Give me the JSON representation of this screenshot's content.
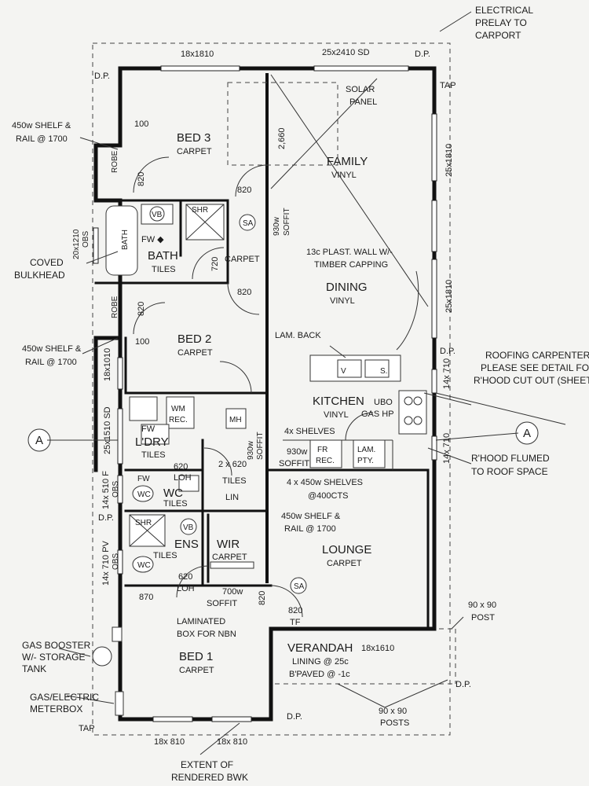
{
  "corner_notes": {
    "electrical": [
      "ELECTRICAL",
      "PRELAY TO",
      "CARPORT"
    ],
    "roofing": [
      "ROOFING CARPENTER",
      "PLEASE SEE DETAIL FOR",
      "R'HOOD CUT OUT (SHEET"
    ],
    "rhood": [
      "R'HOOD FLUMED",
      "TO ROOF SPACE"
    ],
    "gas_booster": [
      "GAS BOOSTER",
      "W/- STORAGE",
      "TANK"
    ],
    "meterbox": [
      "GAS/ELECTRIC",
      "METERBOX"
    ],
    "rendered": [
      "EXTENT OF",
      "RENDERED BWK"
    ],
    "coved": [
      "COVED",
      "BULKHEAD"
    ],
    "posts_corner": [
      "90 x 90",
      "POST"
    ],
    "posts_verandah": [
      "90 x 90",
      "POSTS"
    ],
    "shelf_bed3": [
      "450w SHELF &",
      "RAIL @ 1700"
    ],
    "shelf_bed2": [
      "450w SHELF &",
      "RAIL @ 1700"
    ],
    "shelf_wir": [
      "450w SHELF &",
      "RAIL @ 1700"
    ],
    "plast_wall": [
      "13c PLAST. WALL W/-",
      "TIMBER CAPPING"
    ],
    "shelves_lin": [
      "4 x 450w SHELVES",
      "@400CTS"
    ],
    "solar": [
      "SOLAR",
      "PANEL"
    ],
    "nbn": [
      "LAMINATED",
      "BOX FOR NBN"
    ],
    "verandah_lining": [
      "LINING @ 25c",
      "B'PAVED @ -1c"
    ]
  },
  "rooms": {
    "bed3": [
      "BED 3",
      "CARPET"
    ],
    "family": [
      "FAMILY",
      "VINYL"
    ],
    "bath": [
      "BATH",
      "TILES"
    ],
    "bed2": [
      "BED 2",
      "CARPET"
    ],
    "dining": [
      "DINING",
      "VINYL"
    ],
    "kitchen": [
      "KITCHEN",
      "VINYL"
    ],
    "ldry": [
      "L'DRY",
      "TILES"
    ],
    "wc": [
      "WC",
      "TILES"
    ],
    "lin": [
      "TILES",
      "LIN"
    ],
    "ens": [
      "ENS",
      "TILES"
    ],
    "wir": [
      "WIR",
      "CARPET"
    ],
    "lounge": [
      "LOUNGE",
      "CARPET"
    ],
    "bed1": [
      "BED 1",
      "CARPET"
    ],
    "verandah": [
      "VERANDAH",
      "18x1610"
    ],
    "hall_carpet": "CARPET"
  },
  "labels": {
    "dp": "D.P.",
    "tap": "TAP",
    "robe": "ROBE",
    "obs": "OBS",
    "shr": "SHR",
    "vb": "VB",
    "fw": "FW",
    "fw_diamond": "FW ◆",
    "bath_fixture": "BATH",
    "wc_fixture": "WC",
    "wm": [
      "WM",
      "REC."
    ],
    "fr": [
      "FR",
      "REC."
    ],
    "lam": [
      "LAM.",
      "PTY."
    ],
    "ubo": "UBO",
    "gashp": "GAS HP",
    "mh": "MH",
    "sa": "SA",
    "lam_back": "LAM. BACK",
    "four_shelves": "4x SHELVES",
    "soffit_930": [
      "930w",
      "SOFFIT"
    ],
    "soffit_700": [
      "700w",
      "SOFFIT"
    ],
    "loh620": [
      "620",
      "LOH"
    ],
    "tf820": [
      "820",
      "TF"
    ],
    "section_a": "A",
    "bath_window": "20x1210",
    "v": "V",
    "s": "S."
  },
  "dims": {
    "d1810": "18x1810",
    "d2410": "25x2410 SD",
    "d25x1810": "25x1810",
    "d14x710": "14x 710",
    "d18x1010": "18x1010",
    "d25x1510": "25x1510 SD",
    "d14x510": "14x 510 F",
    "d14x710pv": "14x 710 PV",
    "d870": "870",
    "d820": "820",
    "d720": "720",
    "d100": "100",
    "d2660": "2,660",
    "d2x620": "2 x 620",
    "d18x810": "18x 810"
  }
}
